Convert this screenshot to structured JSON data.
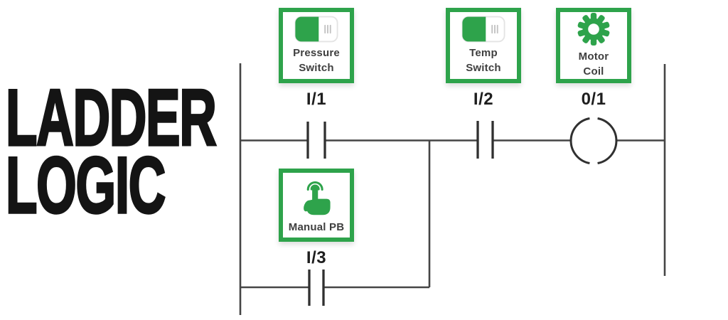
{
  "title": {
    "line1": "LADDER",
    "line2": "LOGIC"
  },
  "colors": {
    "accent_green": "#2EA34B",
    "wire": "#454545",
    "symbol": "#303030",
    "title_text": "#141414",
    "device_label_text": "#3F3F3F",
    "address_text": "#1E1E1E",
    "toggle_grip": "#C2C2C2",
    "toggle_border": "#E4E4E4"
  },
  "devices": [
    {
      "id": "pressure-switch",
      "label": "Pressure\nSwitch",
      "address": "I/1",
      "icon": "toggle-on-icon"
    },
    {
      "id": "temp-switch",
      "label": "Temp\nSwitch",
      "address": "I/2",
      "icon": "toggle-on-icon"
    },
    {
      "id": "motor-coil",
      "label": "Motor\nCoil",
      "address": "0/1",
      "icon": "gear-icon"
    },
    {
      "id": "manual-pb",
      "label": "Manual PB",
      "address": "I/3",
      "icon": "tap-hand-icon"
    }
  ],
  "diagram": {
    "type": "ladder-logic",
    "rungs": [
      {
        "name": "rung-1",
        "elements": [
          {
            "symbol": "no-contact",
            "address": "I/1",
            "device": "Pressure Switch"
          },
          {
            "symbol": "no-contact",
            "address": "I/2",
            "device": "Temp Switch"
          },
          {
            "symbol": "coil",
            "address": "0/1",
            "device": "Motor Coil"
          }
        ]
      },
      {
        "name": "parallel-branch",
        "parallel_with": "I/1",
        "elements": [
          {
            "symbol": "no-contact",
            "address": "I/3",
            "device": "Manual PB"
          }
        ]
      }
    ]
  }
}
